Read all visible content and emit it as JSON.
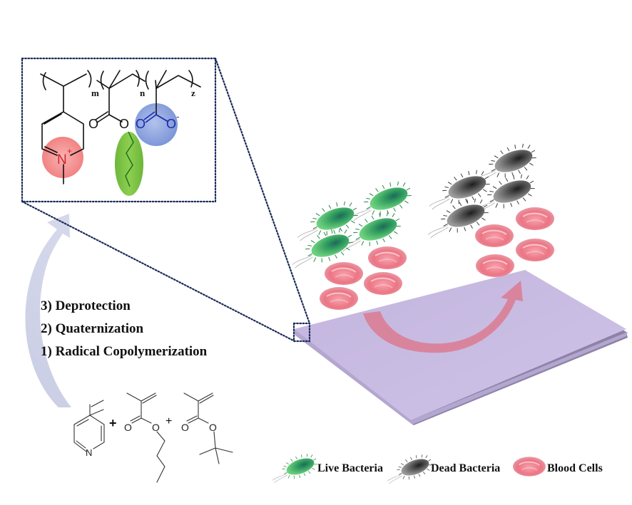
{
  "figure": {
    "title": "Antibacterial polymer surface scheme",
    "colors": {
      "cationic_highlight": "#f07a7a",
      "hydrophobic_highlight": "#7cc242",
      "anionic_highlight": "#7c97d8",
      "surface": "#c6b7e0",
      "surface_arrow": "#dc7a90",
      "synthesis_arrow": "#c9cde3",
      "dotted_outline": "#1b2a5a",
      "cation_text": "#d0242a",
      "anion_text": "#1a2aa8"
    }
  },
  "polymer": {
    "subscripts": [
      "m",
      "n",
      "z"
    ],
    "atoms": {
      "pyridinium_n": "N",
      "pyridinium_charge": "+",
      "ester_carbonyl_o": "O",
      "ester_o": "O",
      "carboxylate_carbonyl_o": "O",
      "carboxylate_o": "O",
      "carboxylate_charge": "-"
    }
  },
  "synthesis": {
    "steps": [
      "3) Deprotection",
      "2) Quaternization",
      "1) Radical Copolymerization"
    ],
    "monomers": {
      "vinylpyridine_n": "N",
      "plus": "+",
      "butyl_ester_o1": "O",
      "butyl_ester_o2": "O",
      "tbutyl_ester_o1": "O",
      "tbutyl_ester_o2": "O"
    }
  },
  "legend": {
    "items": [
      {
        "label": "Live Bacteria",
        "icon": "live-bacterium-icon"
      },
      {
        "label": "Dead Bacteria",
        "icon": "dead-bacterium-icon"
      },
      {
        "label": "Blood Cells",
        "icon": "blood-cell-icon"
      }
    ]
  }
}
